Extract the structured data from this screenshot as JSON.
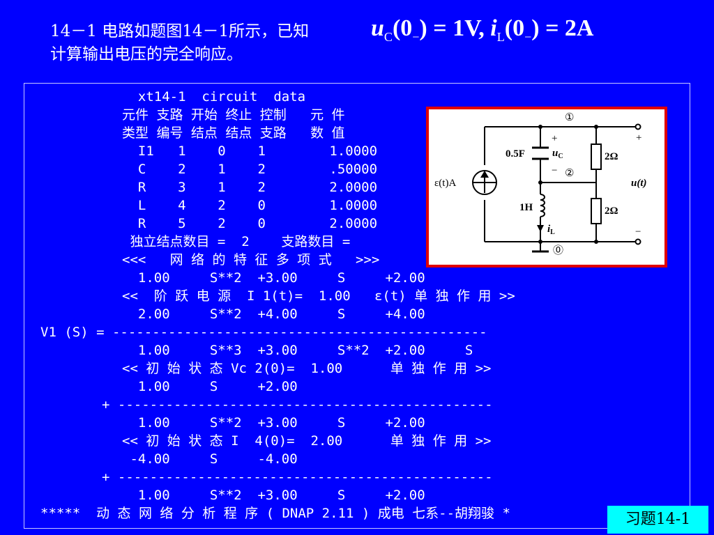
{
  "header": {
    "line1": "14－1 电路如题图14－1所示，已知",
    "line2": "计算输出电压的完全响应。",
    "formula": {
      "u": "u",
      "c_sub": "C",
      "arg1": "(0",
      "minus1": "−",
      "close1": ")",
      "eq1": " = 1V, ",
      "i": "i",
      "l_sub": "L",
      "arg2": "(0",
      "minus2": "−",
      "close2": ")",
      "eq2": " = 2A"
    }
  },
  "output": {
    "lines": [
      "  xt14-1  circuit  data",
      "元件 支路 开始 终止 控制   元 件",
      "类型 编号 结点 结点 支路   数 值",
      "  I1   1    0    1        1.0000",
      "  C    2    1    2        .50000",
      "  R    3    1    2        2.0000",
      "  L    4    2    0        1.0000",
      "  R    5    2    0        2.0000",
      " 独立结点数目 =  2    支路数目 =",
      "<<<   网 络 的 特 征 多 项 式   >>>",
      "  1.00     S**2  +3.00     S     +2.00",
      "<<  阶 跃 电 源  I 1(t)=  1.00   ε(t) 单 独 作 用 >>",
      "  2.00     S**2  +4.00     S     +4.00",
      "V1 (S) = -----------------------------------------------",
      "  1.00     S**3  +3.00     S**2  +2.00     S",
      "<< 初 始 状 态 Vc 2(0)=  1.00      单 独 作 用 >>",
      "  1.00     S     +2.00",
      "+ -----------------------------------------------",
      "  1.00     S**2  +3.00     S     +2.00",
      "<< 初 始 状 态 I  4(0)=  2.00      单 独 作 用 >>",
      " -4.00     S     -4.00",
      "+ -----------------------------------------------",
      "  1.00     S**2  +3.00     S     +2.00",
      "*****  动 态 网 络 分 析 程 序 ( DNAP 2.11 ) 成电 七系--胡翔骏 *"
    ]
  },
  "circuit": {
    "node1": "①",
    "node2": "②",
    "node0": "⓪",
    "cap_label": "0.5F",
    "uc_u": "u",
    "uc_sub": "C",
    "plus": "+",
    "minus": "−",
    "source_label": "ε(t)A",
    "ind_label": "1H",
    "il_i": "i",
    "il_sub": "L",
    "r1_label": "2Ω",
    "r2_label": "2Ω",
    "out_label": "u(t)",
    "out_plus": "+",
    "out_minus": "−"
  },
  "badge": {
    "label": "习题14-1"
  }
}
